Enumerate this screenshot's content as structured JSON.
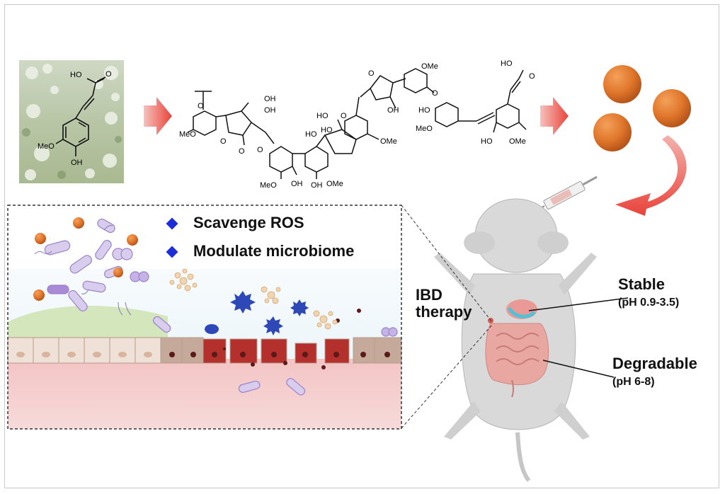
{
  "monomer": {
    "labels": [
      "HO",
      "O",
      "MeO",
      "OH"
    ]
  },
  "polymer": {
    "labels": [
      "O",
      "OMe",
      "HO",
      "O",
      "O",
      "OH",
      "MeO",
      "O",
      "OH",
      "HO",
      "HO",
      "OMe",
      "MeO",
      "OH",
      "OH",
      "OMe",
      "HO",
      "MeO",
      "HO",
      "OMe",
      "O",
      "O",
      "O",
      "OH",
      "HO",
      "O"
    ]
  },
  "bullets": [
    {
      "text": "Scavenge ROS"
    },
    {
      "text": "Modulate microbiome"
    }
  ],
  "therapy_label": [
    "IBD",
    "therapy"
  ],
  "stomach_label": {
    "title": "Stable",
    "sub": "(pH 0.9-3.5)"
  },
  "intestine_label": {
    "title": "Degradable",
    "sub": "(pH 6-8)"
  },
  "colors": {
    "arrow_red": "#e8433a",
    "particle_orange": "#e0772c",
    "bullet_blue": "#1c2fd6",
    "mucus_green": "#cfe3b5",
    "lumen_blue": "#e7f3f8",
    "tissue_pink": "#f3c9c9",
    "damaged_cell": "#b4302d"
  }
}
